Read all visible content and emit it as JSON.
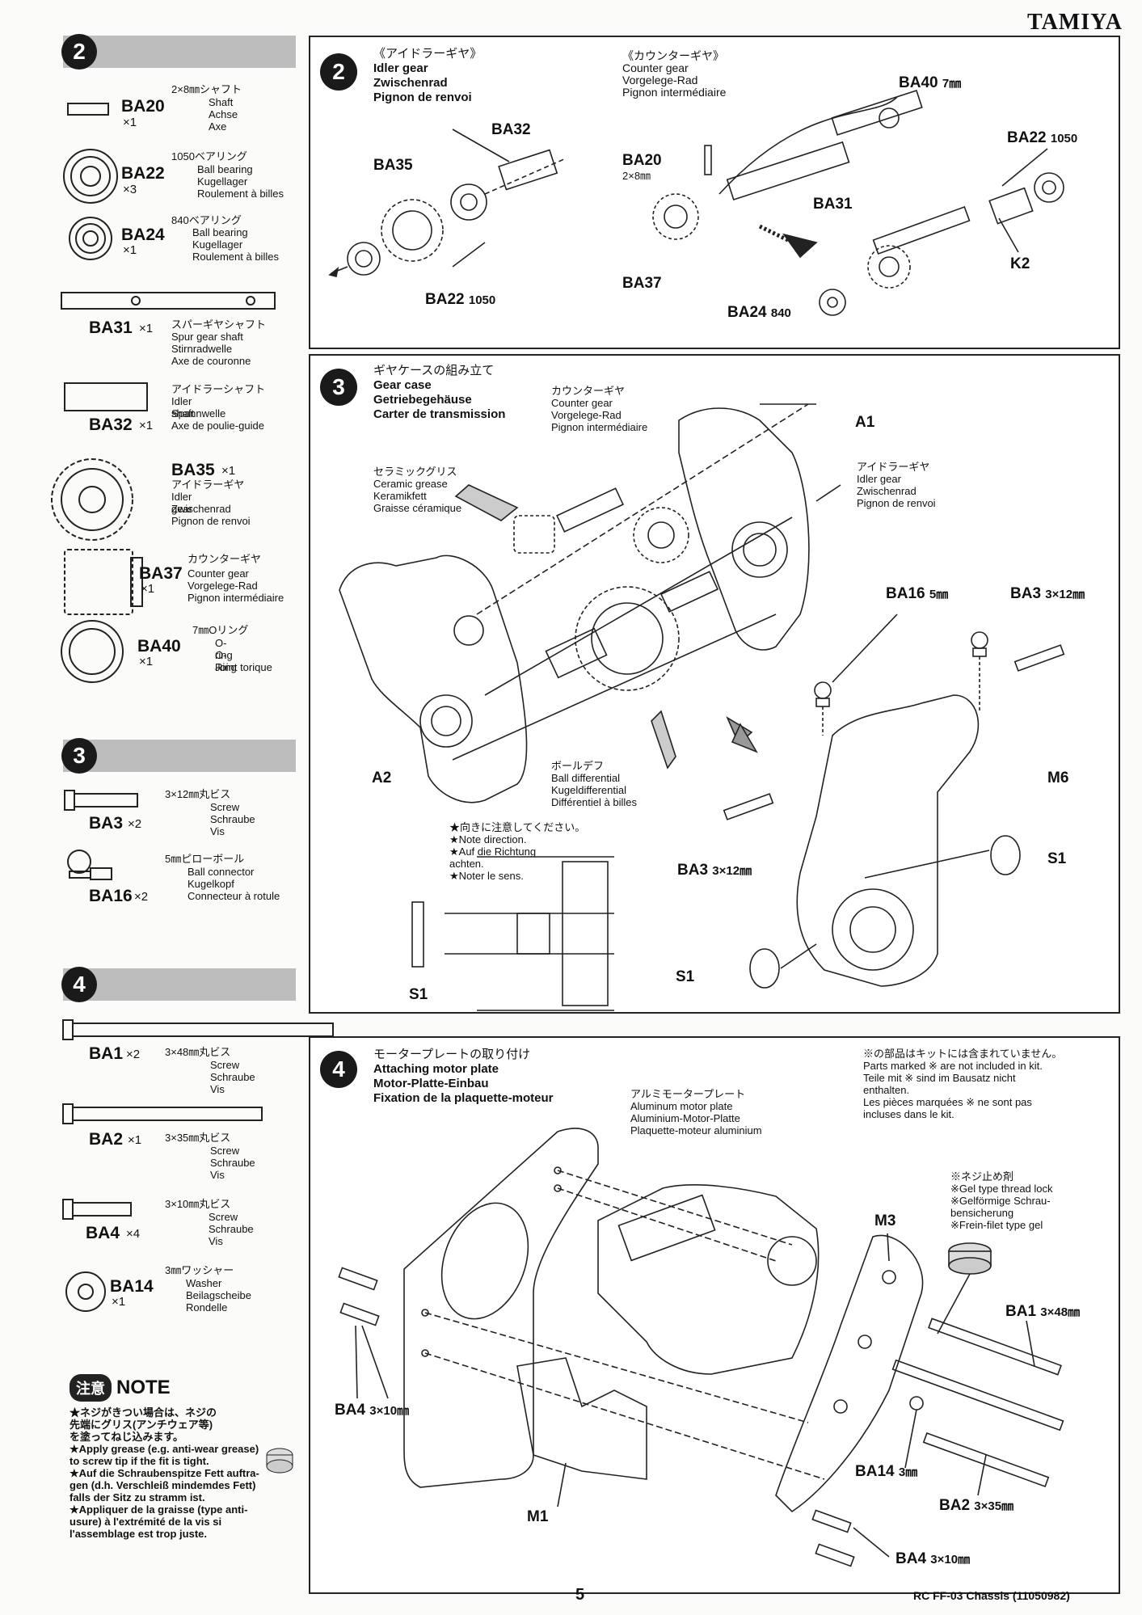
{
  "header": {
    "brand": "TAMIYA"
  },
  "footer": {
    "page": "5",
    "model": "RC FF-03 Chassis (11050982)"
  },
  "sidebar": {
    "step2": {
      "num": "2",
      "parts": [
        {
          "code": "BA20",
          "qty": "×1",
          "jp": "2×8㎜シャフト",
          "names": [
            "Shaft",
            "Achse",
            "Axe"
          ]
        },
        {
          "code": "BA22",
          "qty": "×3",
          "jp": "1050ベアリング",
          "names": [
            "Ball bearing",
            "Kugellager",
            "Roulement à billes"
          ]
        },
        {
          "code": "BA24",
          "qty": "×1",
          "jp": "840ベアリング",
          "names": [
            "Ball bearing",
            "Kugellager",
            "Roulement à billes"
          ]
        },
        {
          "code": "BA31",
          "qty": "×1",
          "jp": "スパーギヤシャフト",
          "names": [
            "Spur gear shaft",
            "Stirnradwelle",
            "Axe de couronne"
          ]
        },
        {
          "code": "BA32",
          "qty": "×1",
          "jp": "アイドラーシャフト",
          "names": [
            "Idler shaft",
            "Spannwelle",
            "Axe de poulie-guide"
          ]
        },
        {
          "code": "BA35",
          "qty": "×1",
          "jp": "アイドラーギヤ",
          "names": [
            "Idler gear",
            "Zwischenrad",
            "Pignon de renvoi"
          ]
        },
        {
          "code": "BA37",
          "qty": "×1",
          "jp": "カウンターギヤ",
          "names": [
            "Counter gear",
            "Vorgelege-Rad",
            "Pignon intermédiaire"
          ]
        },
        {
          "code": "BA40",
          "qty": "×1",
          "jp": "7㎜Oリング",
          "names": [
            "O-ring",
            "O-Ring",
            "Joint torique"
          ]
        }
      ]
    },
    "step3": {
      "num": "3",
      "parts": [
        {
          "code": "BA3",
          "qty": "×2",
          "jp": "3×12㎜丸ビス",
          "names": [
            "Screw",
            "Schraube",
            "Vis"
          ]
        },
        {
          "code": "BA16",
          "qty": "×2",
          "jp": "5㎜ピローボール",
          "names": [
            "Ball connector",
            "Kugelkopf",
            "Connecteur à rotule"
          ]
        }
      ]
    },
    "step4": {
      "num": "4",
      "parts": [
        {
          "code": "BA1",
          "qty": "×2",
          "jp": "3×48㎜丸ビス",
          "names": [
            "Screw",
            "Schraube",
            "Vis"
          ]
        },
        {
          "code": "BA2",
          "qty": "×1",
          "jp": "3×35㎜丸ビス",
          "names": [
            "Screw",
            "Schraube",
            "Vis"
          ]
        },
        {
          "code": "BA4",
          "qty": "×4",
          "jp": "3×10㎜丸ビス",
          "names": [
            "Screw",
            "Schraube",
            "Vis"
          ]
        },
        {
          "code": "BA14",
          "qty": "×1",
          "jp": "3㎜ワッシャー",
          "names": [
            "Washer",
            "Beilagscheibe",
            "Rondelle"
          ]
        }
      ]
    },
    "note": {
      "badge": "注意",
      "title": "NOTE",
      "lines": [
        "★ネジがきつい場合は、ネジの",
        "先端にグリス(アンチウェア等)",
        "を塗ってねじ込みます。",
        "★Apply grease (e.g. anti-wear grease)",
        "to screw tip if the fit is tight.",
        "★Auf die Schraubenspitze Fett auftra-",
        "gen (d.h. Verschleiß mindemdes Fett)",
        "falls der Sitz zu stramm ist.",
        "★Appliquer de la graisse (type anti-",
        "usure) à l'extrémité de la vis si",
        "l'assemblage est trop juste."
      ]
    }
  },
  "step2_panel": {
    "num": "2",
    "idler": {
      "jp": "《アイドラーギヤ》",
      "en": "Idler gear",
      "de": "Zwischenrad",
      "fr": "Pignon de renvoi"
    },
    "counter": {
      "jp": "《カウンターギヤ》",
      "en": "Counter gear",
      "de": "Vorgelege-Rad",
      "fr": "Pignon intermédiaire"
    },
    "labels": {
      "ba32": "BA32",
      "ba35": "BA35",
      "ba22a": "BA22",
      "ba22a_s": "1050",
      "ba40": "BA40",
      "ba40_s": "7㎜",
      "ba22b": "BA22",
      "ba22b_s": "1050",
      "ba20": "BA20",
      "ba20_s": "2×8㎜",
      "ba31": "BA31",
      "k2": "K2",
      "ba37": "BA37",
      "ba24": "BA24",
      "ba24_s": "840"
    }
  },
  "step3_panel": {
    "num": "3",
    "jp": "ギヤケースの組み立て",
    "en": "Gear case",
    "de": "Getriebegehäuse",
    "fr": "Carter de transmission",
    "counter": [
      "カウンターギヤ",
      "Counter gear",
      "Vorgelege-Rad",
      "Pignon intermédiaire"
    ],
    "grease": [
      "セラミックグリス",
      "Ceramic grease",
      "Keramikfett",
      "Graisse céramique"
    ],
    "idler": [
      "アイドラーギヤ",
      "Idler gear",
      "Zwischenrad",
      "Pignon de renvoi"
    ],
    "diff": [
      "ボールデフ",
      "Ball differential",
      "Kugeldifferential",
      "Différentiel à billes"
    ],
    "note": [
      "★向きに注意してください。",
      "★Note direction.",
      "★Auf die Richtung",
      "achten.",
      "★Noter le sens."
    ],
    "labels": {
      "a1": "A1",
      "a2": "A2",
      "ba16": "BA16",
      "ba16_s": "5㎜",
      "ba3a": "BA3",
      "ba3a_s": "3×12㎜",
      "m6": "M6",
      "ba3b": "BA3",
      "ba3b_s": "3×12㎜",
      "s1a": "S1",
      "s1b": "S1",
      "s1c": "S1"
    }
  },
  "step4_panel": {
    "num": "4",
    "jp": "モータープレートの取り付け",
    "en": "Attaching motor plate",
    "de": "Motor-Platte-Einbau",
    "fr": "Fixation de la plaquette-moteur",
    "notincluded": [
      "※の部品はキットには含まれていません。",
      "Parts marked ※ are not included in kit.",
      "Teile mit ※ sind im Bausatz nicht",
      "enthalten.",
      "Les pièces marquées ※ ne sont pas",
      "incluses dans le kit."
    ],
    "plate": [
      "アルミモータープレート",
      "Aluminum motor plate",
      "Aluminium-Motor-Platte",
      "Plaquette-moteur aluminium"
    ],
    "lock": [
      "※ネジ止め剤",
      "※Gel type thread lock",
      "※Gelförmige Schrau-",
      "bensicherung",
      "※Frein-filet type gel"
    ],
    "labels": {
      "m3": "M3",
      "ba1": "BA1",
      "ba1_s": "3×48㎜",
      "ba4a": "BA4",
      "ba4a_s": "3×10㎜",
      "ba14": "BA14",
      "ba14_s": "3㎜",
      "ba2": "BA2",
      "ba2_s": "3×35㎜",
      "m1": "M1",
      "ba4b": "BA4",
      "ba4b_s": "3×10㎜"
    }
  }
}
